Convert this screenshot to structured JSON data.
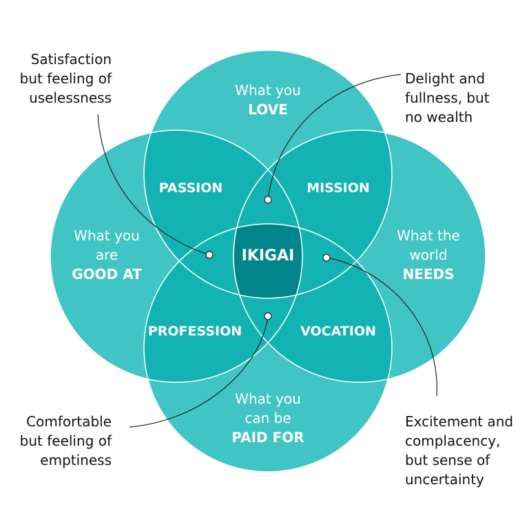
{
  "colors": {
    "circle": "#40C4C4",
    "overlap": "#14B3B3",
    "center": "#00868A",
    "stroke": "#ffffff",
    "line": "#222222"
  },
  "circles": {
    "love": {
      "line1": "What you",
      "line2": "LOVE"
    },
    "good_at": {
      "line1": "What you",
      "line2": "are",
      "line3": "GOOD AT"
    },
    "needs": {
      "line1": "What the",
      "line2": "world",
      "line3": "NEEDS"
    },
    "paid": {
      "line1": "What you",
      "line2": "can be",
      "line3": "PAID FOR"
    }
  },
  "overlaps": {
    "passion": "PASSION",
    "mission": "MISSION",
    "profession": "PROFESSION",
    "vocation": "VOCATION",
    "center": "IKIGAI"
  },
  "callouts": {
    "top_left": [
      "Satisfaction",
      "but feeling of",
      "uselessness"
    ],
    "top_right": [
      "Delight and",
      "fullness, but",
      "no wealth"
    ],
    "bottom_left": [
      "Comfortable",
      "but feeling of",
      "emptiness"
    ],
    "bottom_right": [
      "Excitement and",
      "complacency,",
      "but sense of",
      "uncertainty"
    ]
  }
}
